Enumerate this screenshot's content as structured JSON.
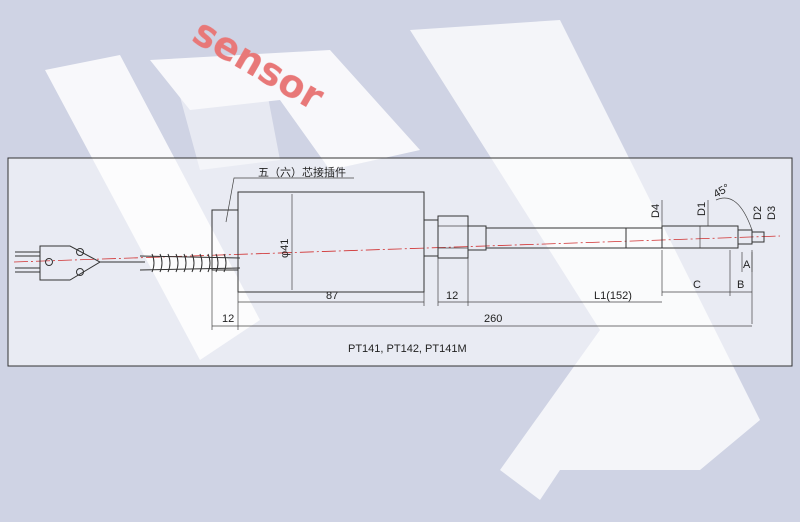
{
  "watermark": {
    "text": "sensor",
    "color": "#e87878"
  },
  "drawing": {
    "connector_label": "五（六）芯接插件",
    "dimensions": {
      "body_diameter": "φ41",
      "body_length": "87",
      "left_offset": "12",
      "nut_length": "12",
      "overall_length": "260",
      "stem_length": "L1(152)",
      "c": "C",
      "b": "B",
      "a": "A",
      "d1": "D1",
      "d2": "D2",
      "d3": "D3",
      "d4": "D4",
      "angle": "45°"
    },
    "models": "PT141, PT142, PT141M"
  },
  "colors": {
    "background": "#cfd3e4",
    "panel": "#ffffff",
    "centerline": "#d03030"
  }
}
